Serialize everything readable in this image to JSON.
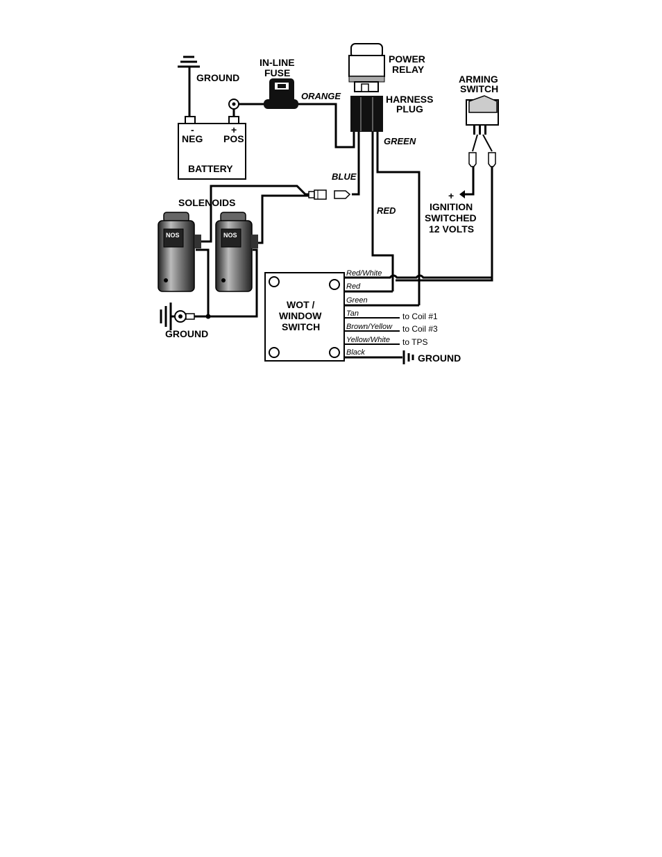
{
  "labels": {
    "ground_top": "GROUND",
    "fuse_1": "IN-LINE",
    "fuse_2": "FUSE",
    "relay_1": "POWER",
    "relay_2": "RELAY",
    "harness_1": "HARNESS",
    "harness_2": "PLUG",
    "arming_1": "ARMING",
    "arming_2": "SWITCH",
    "neg_sign": "-",
    "neg": "NEG",
    "pos_sign": "+",
    "pos": "POS",
    "battery": "BATTERY",
    "solenoids": "SOLENOIDS",
    "nos_logo": "NOS",
    "ground_left": "GROUND",
    "plus": "+",
    "ign_1": "IGNITION",
    "ign_2": "SWITCHED",
    "ign_3": "12 VOLTS",
    "wot_1": "WOT /",
    "wot_2": "WINDOW",
    "wot_3": "SWITCH",
    "ground_right": "GROUND"
  },
  "wires": {
    "orange": "ORANGE",
    "green": "GREEN",
    "blue": "BLUE",
    "red": "RED"
  },
  "switch_wires": [
    {
      "name": "Red/White",
      "dest": ""
    },
    {
      "name": "Red",
      "dest": ""
    },
    {
      "name": "Green",
      "dest": ""
    },
    {
      "name": "Tan",
      "dest": "to Coil #1"
    },
    {
      "name": "Brown/Yellow",
      "dest": "to Coil #3"
    },
    {
      "name": "Yellow/White",
      "dest": "to TPS"
    },
    {
      "name": "Black",
      "dest": ""
    }
  ]
}
